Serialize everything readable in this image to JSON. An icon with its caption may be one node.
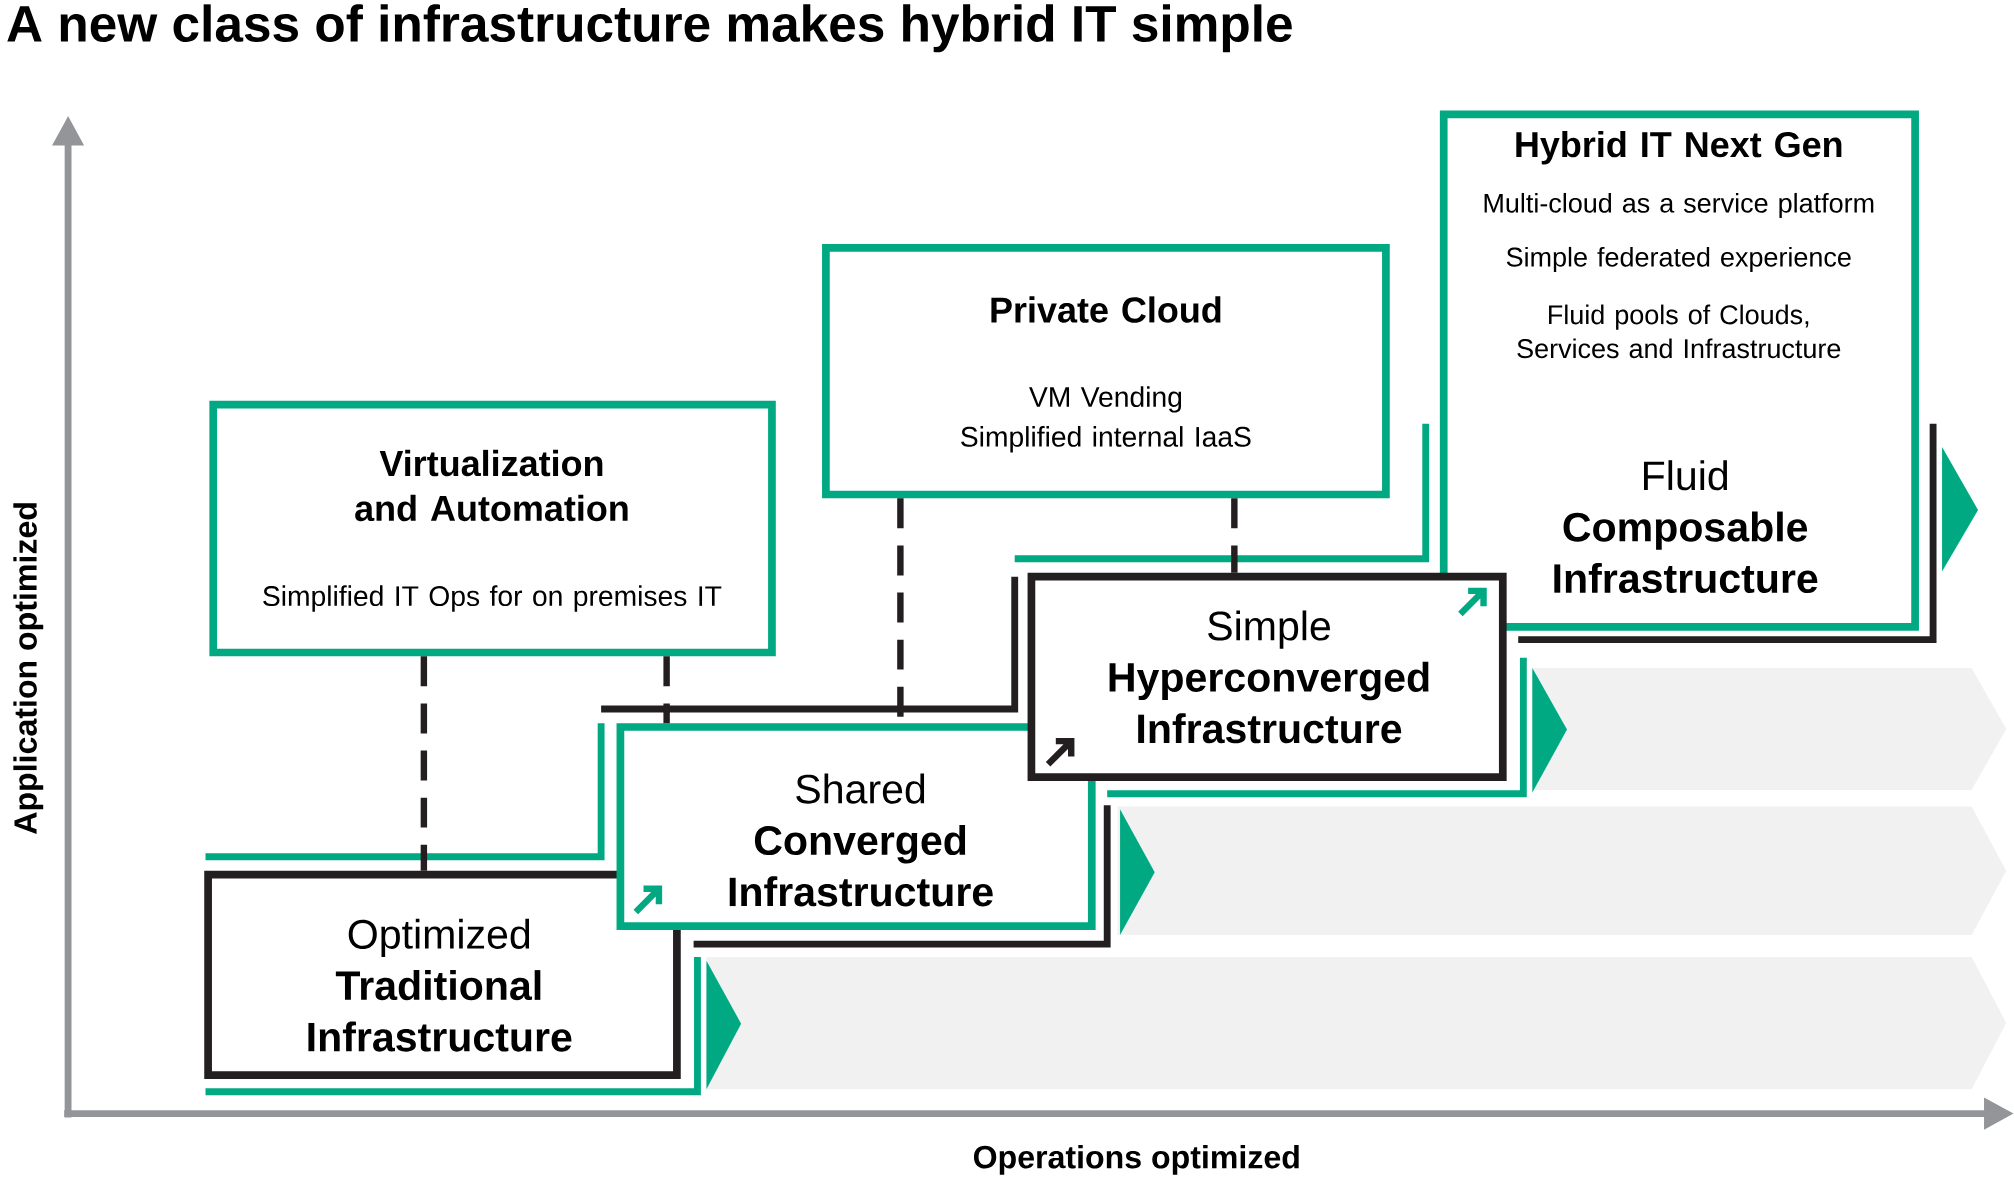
{
  "diagram": {
    "title": "A new class of infrastructure makes hybrid IT simple",
    "nodes": [
      {
        "text": [
          "Virtualization and Automation",
          "Simplified IT Ops for on premises IT"
        ]
      },
      {
        "text": [
          "Private Cloud",
          "VM Vending",
          "Simplified internal IaaS"
        ]
      },
      {
        "text": [
          "Hybrid IT Next Gen",
          "Multi-cloud as a service platform",
          "Simple federated experience",
          "Fluid pools of Clouds, Services and Infrastructure",
          "Fluid **Composable Infrastructure**"
        ]
      },
      {
        "text": [
          "Optimized **Traditional Infrastructure**"
        ]
      },
      {
        "text": [
          "Shared **Converged Infrastructure**"
        ]
      },
      {
        "text": [
          "Simple **Hyperconverged Infrastructure**"
        ]
      }
    ],
    "edges": [
      {
        "from": 0,
        "to": 3,
        "arrow": "none",
        "style": "dashed"
      },
      {
        "from": 0,
        "to": 4,
        "arrow": "none",
        "style": "dashed"
      },
      {
        "from": 1,
        "to": 4,
        "arrow": "none",
        "style": "dashed"
      },
      {
        "from": 1,
        "to": 5,
        "arrow": "none",
        "style": "dashed"
      }
    ],
    "labels": [
      "Application optimized",
      "Operations optimized"
    ]
  }
}
